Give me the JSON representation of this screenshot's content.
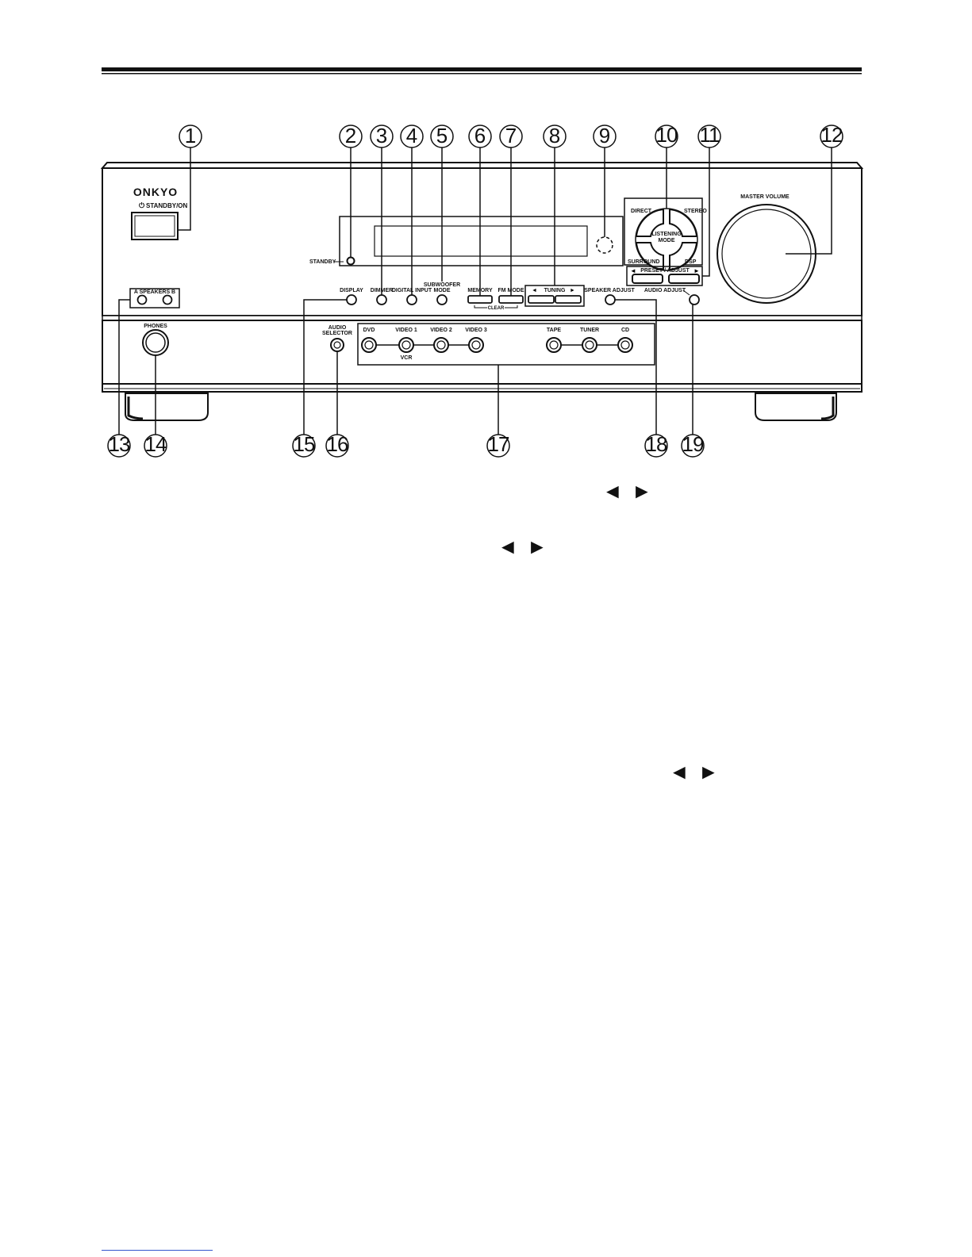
{
  "front_panel": {
    "brand": "ONKYO",
    "labels": {
      "standby_on": "STANDBY/ON",
      "standby": "STANDBY",
      "speakers": "A  SPEAKERS  B",
      "phones": "PHONES",
      "display": "DISPLAY",
      "dimmer": "DIMMER",
      "digital_input": "DIGITAL INPUT",
      "subwoofer_mode_line1": "SUBWOOFER",
      "subwoofer_mode_line2": "MODE",
      "memory": "MEMORY",
      "fm_mode": "FM MODE",
      "clear": "CLEAR",
      "tuning": "TUNING",
      "speaker_adjust": "SPEAKER ADJUST",
      "direct": "DIRECT",
      "stereo": "STEREO",
      "listening_line1": "LISTENING",
      "listening_line2": "MODE",
      "surround": "SURROUND",
      "dsp": "DSP",
      "preset_adjust": "PRESET / ADJUST",
      "audio_adjust": "AUDIO ADJUST",
      "master_volume": "MASTER  VOLUME",
      "audio_selector_line1": "AUDIO",
      "audio_selector_line2": "SELECTOR",
      "vcr": "VCR"
    },
    "input_buttons": [
      {
        "label": "DVD"
      },
      {
        "label": "VIDEO 1"
      },
      {
        "label": "VIDEO 2"
      },
      {
        "label": "VIDEO 3"
      },
      {
        "label": "TAPE"
      },
      {
        "label": "TUNER"
      },
      {
        "label": "CD"
      }
    ]
  },
  "callouts": [
    "1",
    "2",
    "3",
    "4",
    "5",
    "6",
    "7",
    "8",
    "9",
    "10",
    "11",
    "12",
    "13",
    "14",
    "15",
    "16",
    "17",
    "18",
    "19"
  ],
  "body_text": {
    "arrows_1": "◄ ►",
    "arrows_2": "◄ ►",
    "arrows_3": "◄ ►"
  }
}
